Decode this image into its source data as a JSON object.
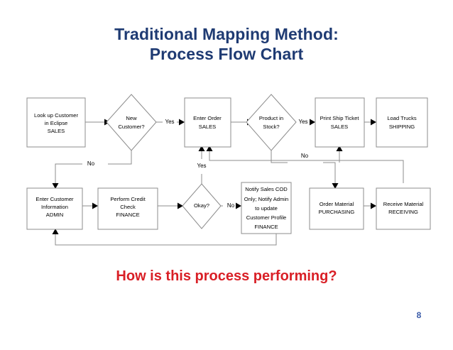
{
  "slide": {
    "title_line1": "Traditional Mapping Method:",
    "title_line2": "Process Flow Chart",
    "closing_question": "How is this process performing?",
    "page_number": "8",
    "title_color": "#1F3B73",
    "question_color": "#D91F26",
    "page_number_color": "#3A5BA8",
    "background_color": "#FFFFFF"
  },
  "flowchart": {
    "shape_fill": "#FFFFFF",
    "shape_stroke": "#8C8C8C",
    "nodes": [
      {
        "id": "look-up-customer",
        "type": "process",
        "lines": [
          "Look up Customer",
          "in Eclipse",
          "SALES"
        ]
      },
      {
        "id": "new-customer",
        "type": "decision",
        "lines": [
          "New",
          "Customer?"
        ]
      },
      {
        "id": "enter-order",
        "type": "process",
        "lines": [
          "Enter Order",
          "SALES"
        ]
      },
      {
        "id": "product-in-stock",
        "type": "decision",
        "lines": [
          "Product in",
          "Stock?"
        ]
      },
      {
        "id": "print-ship-ticket",
        "type": "process",
        "lines": [
          "Print Ship Ticket",
          "SALES"
        ]
      },
      {
        "id": "load-trucks",
        "type": "process",
        "lines": [
          "Load Trucks",
          "SHIPPING"
        ]
      },
      {
        "id": "enter-customer-information",
        "type": "process",
        "lines": [
          "Enter Customer",
          "Information",
          "ADMIN"
        ]
      },
      {
        "id": "perform-credit-check",
        "type": "process",
        "lines": [
          "Perform Credit",
          "Check",
          "FINANCE"
        ]
      },
      {
        "id": "okay",
        "type": "decision",
        "lines": [
          "Okay?"
        ]
      },
      {
        "id": "notify-sales-cod",
        "type": "process",
        "lines": [
          "Notify Sales COD",
          "Only; Notify Admin",
          "to update",
          "Customer Profile",
          "FINANCE"
        ]
      },
      {
        "id": "order-material",
        "type": "process",
        "lines": [
          "Order Material",
          "PURCHASING"
        ]
      },
      {
        "id": "receive-material",
        "type": "process",
        "lines": [
          "Receive Material",
          "RECEIVING"
        ]
      }
    ],
    "edge_labels": {
      "new_customer_yes": "Yes",
      "new_customer_no": "No",
      "product_in_stock_yes": "Yes",
      "product_in_stock_no": "No",
      "okay_yes": "Yes",
      "okay_no": "No"
    }
  }
}
